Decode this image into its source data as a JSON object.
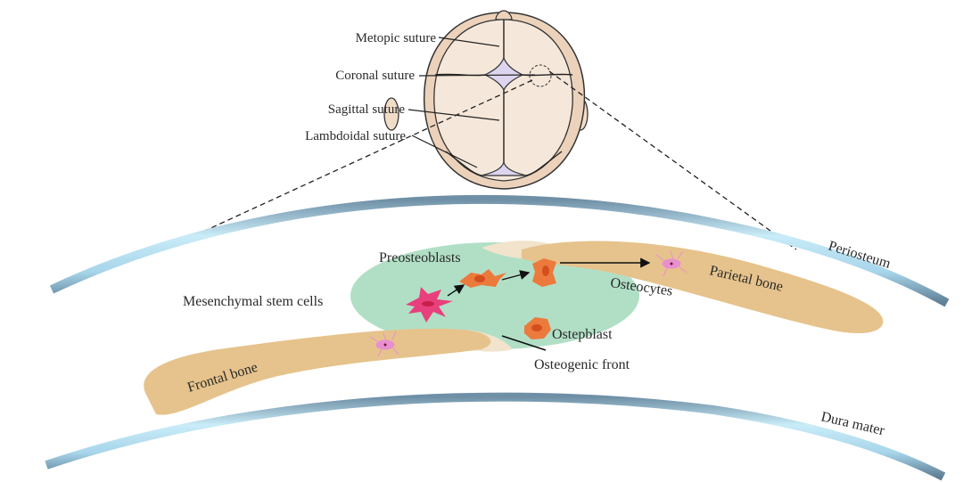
{
  "skull": {
    "labels": {
      "metopic": "Metopic suture",
      "coronal": "Coronal suture",
      "sagittal": "Sagittal suture",
      "lambdoidal": "Lambdoidal suture"
    }
  },
  "layers": {
    "periosteum": "Periosteum",
    "dura_mater": "Dura mater"
  },
  "bones": {
    "frontal": "Frontal bone",
    "parietal": "Parietal bone"
  },
  "cells": {
    "msc": "Mesenchymal stem cells",
    "preosteoblasts": "Preosteoblasts",
    "osteoblast": "Ostepblast",
    "osteocytes": "Osteocytes",
    "osteogenic_front": "Osteogenic front"
  },
  "colors": {
    "bone": "#e6c38c",
    "suture_mesenchyme": "#a8dcc0",
    "membrane": "#a9d6ea",
    "skull_bone": "#f3e6d6",
    "skull_rim": "#e9c9ad",
    "fontanelle": "#ddd5ef",
    "msc": "#e8407c",
    "preosteoblast": "#ec7a3c",
    "osteocyte": "#e98fd0"
  }
}
